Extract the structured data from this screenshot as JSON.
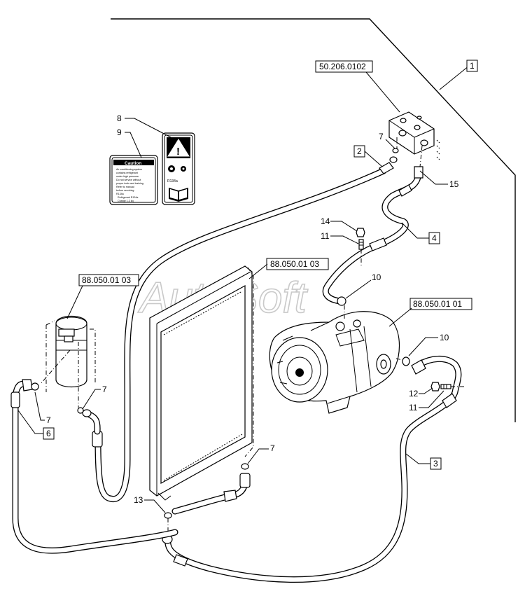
{
  "watermark": "AutoSoft",
  "references": {
    "evaporator": "50.206.0102",
    "receiver_drier": "88.050.01 03",
    "condenser": "88.050.01 03",
    "compressor": "88.050.01 01"
  },
  "boxed_items": {
    "b1": "1",
    "b2": "2",
    "b3": "3",
    "b4": "4",
    "b6": "6"
  },
  "callouts": {
    "c7a": "7",
    "c7b": "7",
    "c7c": "7",
    "c7d": "7",
    "c8": "8",
    "c9": "9",
    "c10a": "10",
    "c10b": "10",
    "c11a": "11",
    "c11b": "11",
    "c12": "12",
    "c13": "13",
    "c14": "14",
    "c15": "15"
  },
  "decal": {
    "caution_title": "Caution",
    "text_lines": [
      "Air conditioning system",
      "contains refrigerant",
      "under high pressure.",
      "Do not service without",
      "proper tools and training.",
      "Refer to manual",
      "before servicing.",
      "R134a"
    ],
    "footer_lines": [
      "Refrigerant R134a",
      "Charge 1.2 kg"
    ]
  },
  "warning_decal": {
    "symbol": "!",
    "sub_label": "R134a"
  }
}
